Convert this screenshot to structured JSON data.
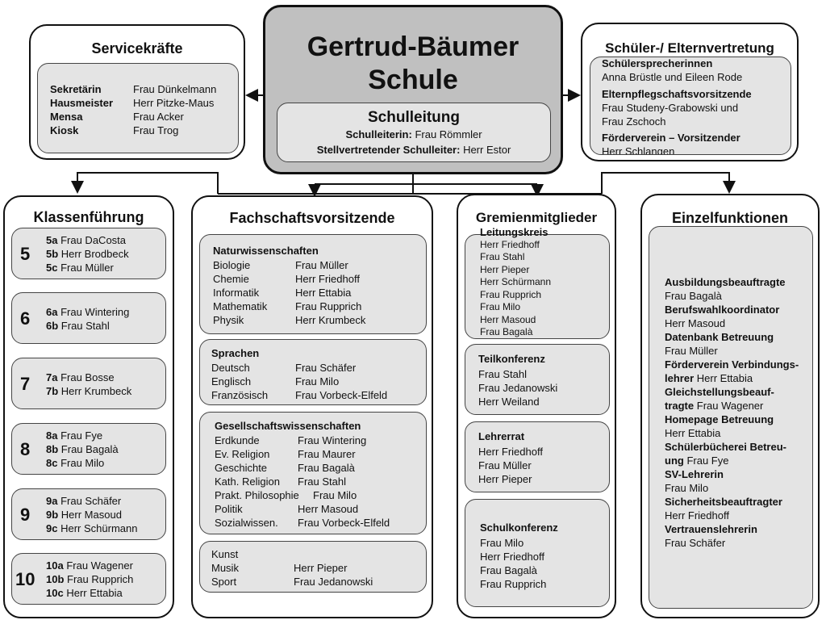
{
  "school": {
    "name_line1": "Gertrud-Bäumer",
    "name_line2": "Schule"
  },
  "schulleitung": {
    "title": "Schulleitung",
    "leiterin_label": "Schulleiterin:",
    "leiterin_name": "Frau Römmler",
    "vertreter_label": "Stellvertretender Schulleiter:",
    "vertreter_name": "Herr Estor"
  },
  "service": {
    "title": "Servicekräfte",
    "rows": [
      {
        "role": "Sekretärin",
        "name": "Frau Dünkelmann"
      },
      {
        "role": "Hausmeister",
        "name": "Herr Pitzke-Maus"
      },
      {
        "role": "Mensa",
        "name": "Frau Acker"
      },
      {
        "role": "Kiosk",
        "name": "Frau Trog"
      }
    ]
  },
  "eltern": {
    "title": "Schüler-/ Elternvertretung",
    "h1": "Schülersprecherinnen",
    "v1": "Anna Brüstle und Eileen Rode",
    "h2": "Elternpflegschaftsvorsitzende",
    "v2a": "Frau Studeny-Grabowski und",
    "v2b": "Frau Zschoch",
    "h3": "Förderverein – Vorsitzender",
    "v3": "Herr Schlangen"
  },
  "klassen": {
    "title": "Klassenführung",
    "groups": [
      {
        "grade": "5",
        "classes": [
          {
            "c": "5a",
            "t": "Frau DaCosta"
          },
          {
            "c": "5b",
            "t": "Herr Brodbeck"
          },
          {
            "c": "5c",
            "t": "Frau Müller"
          }
        ]
      },
      {
        "grade": "6",
        "classes": [
          {
            "c": "6a",
            "t": "Frau Wintering"
          },
          {
            "c": "6b",
            "t": "Frau Stahl"
          }
        ]
      },
      {
        "grade": "7",
        "classes": [
          {
            "c": "7a",
            "t": "Frau Bosse"
          },
          {
            "c": "7b",
            "t": "Herr Krumbeck"
          }
        ]
      },
      {
        "grade": "8",
        "classes": [
          {
            "c": "8a",
            "t": "Frau Fye"
          },
          {
            "c": "8b",
            "t": "Frau Bagalà"
          },
          {
            "c": "8c",
            "t": "Frau Milo"
          }
        ]
      },
      {
        "grade": "9",
        "classes": [
          {
            "c": "9a",
            "t": "Frau Schäfer"
          },
          {
            "c": "9b",
            "t": "Herr Masoud"
          },
          {
            "c": "9c",
            "t": "Herr Schürmann"
          }
        ]
      },
      {
        "grade": "10",
        "classes": [
          {
            "c": "10a",
            "t": "Frau Wagener"
          },
          {
            "c": "10b",
            "t": "Frau Rupprich"
          },
          {
            "c": "10c",
            "t": "Herr Ettabia"
          }
        ]
      }
    ]
  },
  "fach": {
    "title": "Fachschaftsvorsitzende",
    "natur": {
      "head": "Naturwissenschaften",
      "rows": [
        {
          "s": "Biologie",
          "n": "Frau Müller"
        },
        {
          "s": "Chemie",
          "n": "Herr Friedhoff"
        },
        {
          "s": "Informatik",
          "n": "Herr Ettabia"
        },
        {
          "s": "Mathematik",
          "n": "Frau Rupprich"
        },
        {
          "s": "Physik",
          "n": "Herr Krumbeck"
        }
      ]
    },
    "sprachen": {
      "head": "Sprachen",
      "rows": [
        {
          "s": "Deutsch",
          "n": "Frau Schäfer"
        },
        {
          "s": "Englisch",
          "n": "Frau Milo"
        },
        {
          "s": "Französisch",
          "n": "Frau Vorbeck-Elfeld"
        }
      ]
    },
    "gesell": {
      "head": "Gesellschaftswissenschaften",
      "rows": [
        {
          "s": "Erdkunde",
          "n": "Frau Wintering"
        },
        {
          "s": "Ev. Religion",
          "n": "Frau Maurer"
        },
        {
          "s": "Geschichte",
          "n": "Frau Bagalà"
        },
        {
          "s": "Kath. Religion",
          "n": "Frau Stahl"
        },
        {
          "s": "Prakt. Philosophie",
          "n": "Frau Milo"
        },
        {
          "s": "Politik",
          "n": "Herr Masoud"
        },
        {
          "s": "Sozialwissen.",
          "n": "Frau Vorbeck-Elfeld"
        }
      ]
    },
    "kunst": {
      "rows": [
        {
          "s": "Kunst",
          "n": ""
        },
        {
          "s": "Musik",
          "n": "Herr Pieper"
        },
        {
          "s": "Sport",
          "n": "Frau Jedanowski"
        }
      ]
    }
  },
  "gremien": {
    "title": "Gremienmitglieder",
    "leitung": {
      "head": "Leitungskreis",
      "names": [
        "Herr Friedhoff",
        "Frau Stahl",
        "Herr Pieper",
        "Herr Schürmann",
        "Frau Rupprich",
        "Frau Milo",
        "Herr Masoud",
        "Frau Bagalà"
      ]
    },
    "teil": {
      "head": "Teilkonferenz",
      "names": [
        "Frau Stahl",
        "Frau Jedanowski",
        "Herr Weiland"
      ]
    },
    "lehrer": {
      "head": "Lehrerrat",
      "names": [
        "Herr Friedhoff",
        "Frau Müller",
        "Herr Pieper"
      ]
    },
    "schul": {
      "head": "Schulkonferenz",
      "names": [
        "Frau Milo",
        "Herr Friedhoff",
        "Frau Bagalà",
        "Frau Rupprich"
      ]
    }
  },
  "einzel": {
    "title": "Einzelfunktionen",
    "l1": "Ausbildungsbeauftragte",
    "l2": "Frau Bagalà",
    "l3": "Berufswahlkoordinator",
    "l4": "Herr Masoud",
    "l5": "Datenbank Betreuung",
    "l6": "Frau Müller",
    "l7": "Förderverein Verbindungs-",
    "l8b": "lehrer",
    "l8": "Herr Ettabia",
    "l9": "Gleichstellungsbeauf-",
    "l10b": "tragte",
    "l10": "Frau Wagener",
    "l11": "Homepage Betreuung",
    "l12": "Herr Ettabia",
    "l13": "Schülerbücherei Betreu-",
    "l14b": "ung",
    "l14": "Frau Fye",
    "l15": "SV-Lehrerin",
    "l16": "Frau Milo",
    "l17": "Sicherheitsbeauftragter",
    "l18": "Herr Friedhoff",
    "l19": "Vertrauenslehrerin",
    "l20": "Frau Schäfer"
  }
}
